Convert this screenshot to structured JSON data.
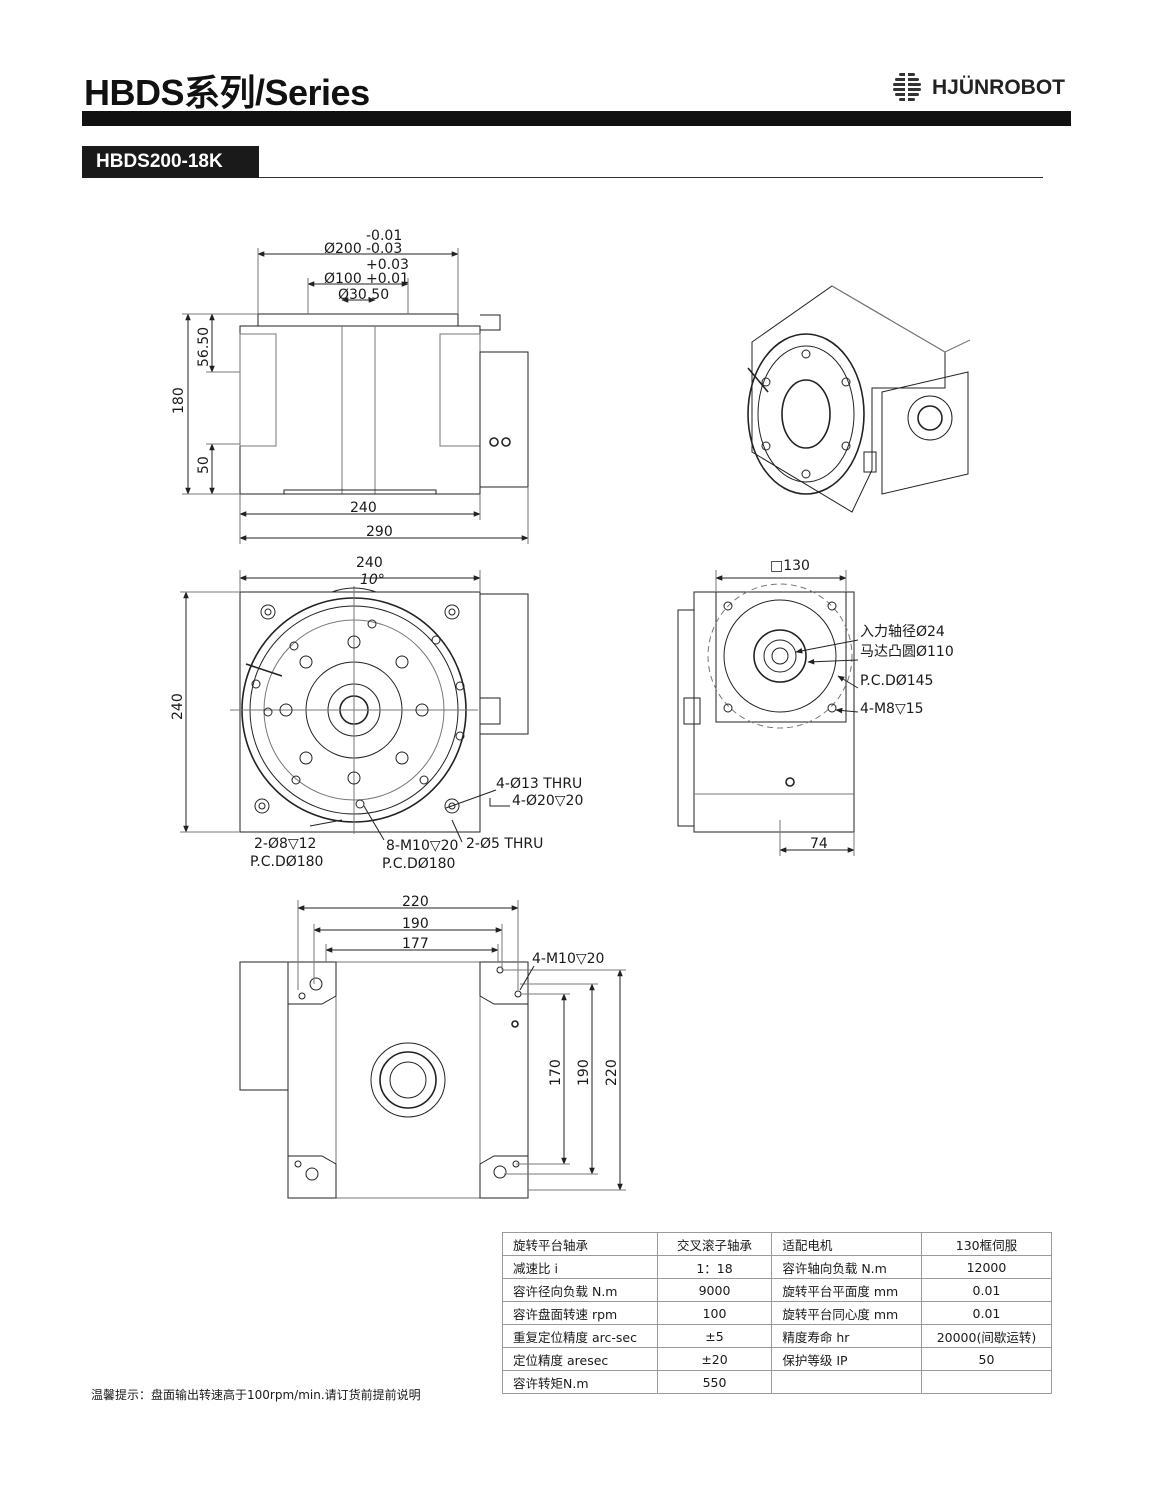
{
  "header": {
    "series_title": "HBDS系列/Series",
    "brand": "HJÜNROBOT",
    "model": "HBDS200-18K"
  },
  "icons": {
    "brand_logo": "striped-globe-logo"
  },
  "drawing": {
    "front_view": {
      "dia_outer": "Ø200",
      "tol_outer_upper": "-0.01",
      "tol_outer_lower": "-0.03",
      "dia_inner": "Ø100",
      "tol_inner_upper": "+0.03",
      "tol_inner_lower": "+0.01",
      "dia_bore": "Ø30.50",
      "h_flange": "56.50",
      "h_total": "180",
      "h_base": "50",
      "w_body": "240",
      "w_total": "290"
    },
    "top_view": {
      "width": "240",
      "height": "240",
      "angle": "10°",
      "hole_thru": "4-Ø13 THRU",
      "counterbore": "4-Ø20▽20",
      "dowel": "2-Ø8▽12",
      "dowel_pcd": "P.C.DØ180",
      "tap": "8-M10▽20",
      "tap_pcd": "P.C.DØ180",
      "thru5": "2-Ø5 THRU"
    },
    "side_view": {
      "square": "□130",
      "input_shaft": "入力轴径Ø24",
      "motor_spigot": "马达凸圆Ø110",
      "pcd": "P.C.DØ145",
      "thread": "4-M8▽15",
      "offset": "74"
    },
    "bottom_view": {
      "w1": "220",
      "w2": "190",
      "w3": "177",
      "tap": "4-M10▽20",
      "h1": "170",
      "h2": "190",
      "h3": "220"
    }
  },
  "specs": {
    "rows": [
      [
        "旋转平台轴承",
        "交叉滚子轴承",
        "适配电机",
        "130框伺服"
      ],
      [
        "减速比 i",
        "1：18",
        "容许轴向负载 N.m",
        "12000"
      ],
      [
        "容许径向负载 N.m",
        "9000",
        "旋转平台平面度 mm",
        "0.01"
      ],
      [
        "容许盘面转速 rpm",
        "100",
        "旋转平台同心度 mm",
        "0.01"
      ],
      [
        "重复定位精度 arc-sec",
        "±5",
        "精度寿命 hr",
        "20000(间歇运转)"
      ],
      [
        "定位精度 aresec",
        "±20",
        "保护等级 IP",
        "50"
      ],
      [
        "容许转矩N.m",
        "550",
        "",
        ""
      ]
    ]
  },
  "note": "温馨提示：盘面输出转速高于100rpm/min.请订货前提前说明"
}
